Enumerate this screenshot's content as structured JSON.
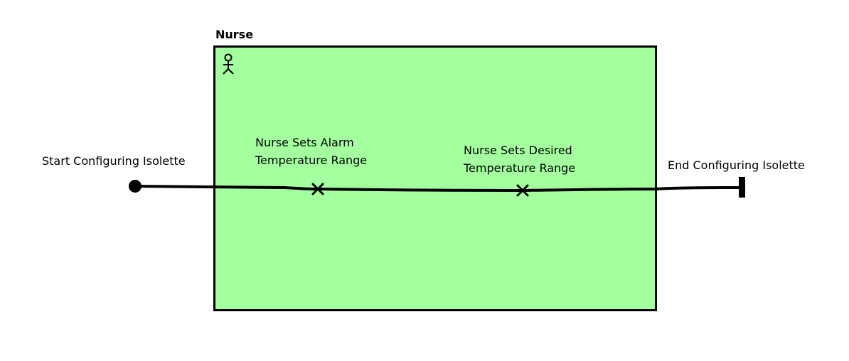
{
  "diagram": {
    "lane": {
      "title": "Nurse",
      "fill_color": "#a4ff9f",
      "icon": "actor-icon"
    },
    "start": {
      "label": "Start Configuring Isolette"
    },
    "end": {
      "label": "End Configuring Isolette"
    },
    "steps": [
      {
        "line1": "Nurse Sets Alarm",
        "line2": "Temperature Range"
      },
      {
        "line1": "Nurse Sets Desired",
        "line2": "Temperature Range"
      }
    ]
  }
}
